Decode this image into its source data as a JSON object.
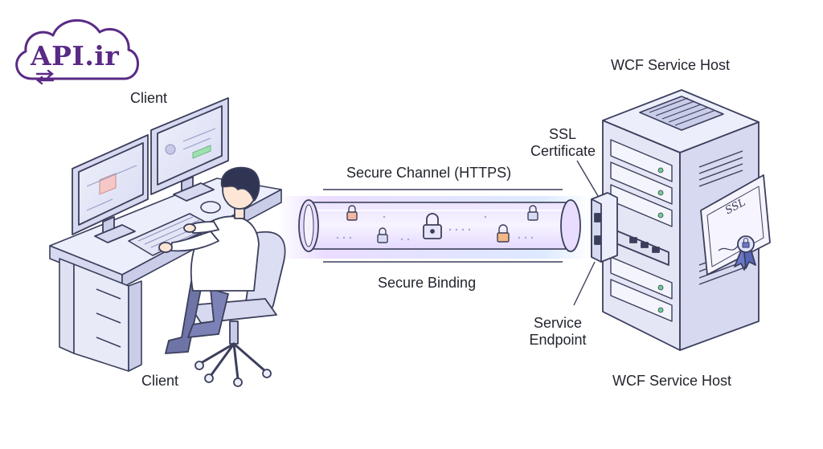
{
  "logo": {
    "text": "API.ir"
  },
  "labels": {
    "client_top": "Client",
    "client_bottom": "Client",
    "host_top": "WCF Service Host",
    "host_bottom": "WCF Service Host",
    "channel": "Secure Channel (HTTPS)",
    "binding": "Secure Binding",
    "ssl_line1": "SSL",
    "ssl_line2": "Certificate",
    "endpoint_line1": "Service",
    "endpoint_line2": "Endpoint",
    "cert_text": "SSL"
  },
  "colors": {
    "brand": "#5a2a86",
    "outline": "#3b3f5c",
    "lavender": "#e6e7f7",
    "lavender_dark": "#c7c9e6",
    "tube_glow": "#c9a6ff",
    "lock_orange": "#e88b5a",
    "ribbon": "#6a78c9"
  }
}
